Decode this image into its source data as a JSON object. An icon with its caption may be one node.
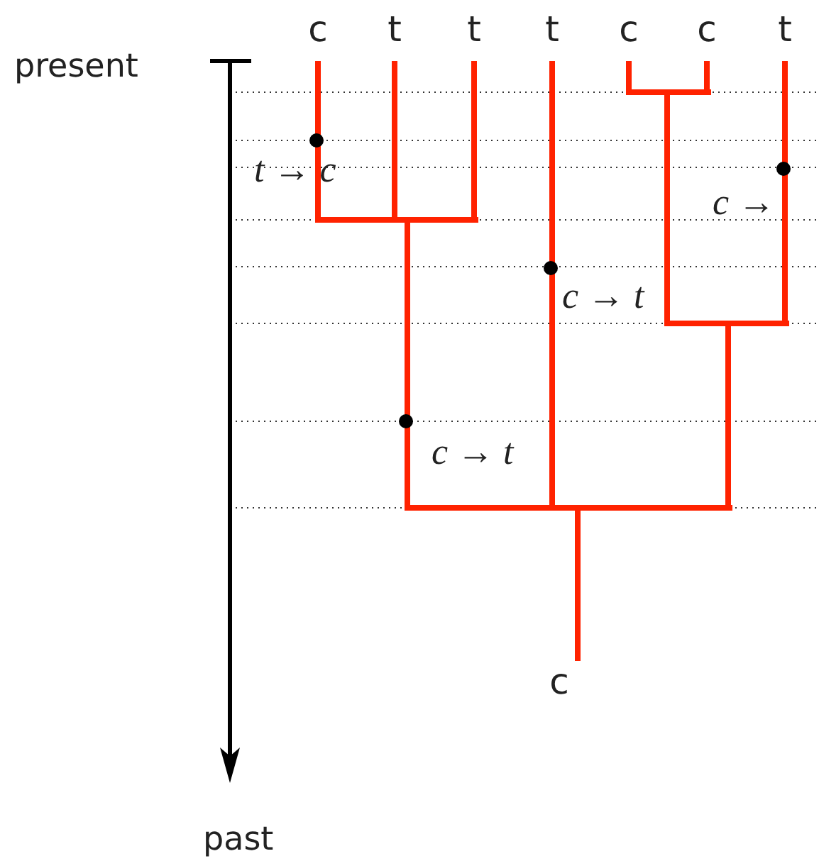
{
  "diagram": {
    "nodes": [
      {
        "text": [
          "c"
        ]
      },
      {
        "text": [
          "t"
        ]
      },
      {
        "text": [
          "t"
        ]
      },
      {
        "text": [
          "t"
        ]
      },
      {
        "text": [
          "c"
        ]
      },
      {
        "text": [
          "c"
        ]
      },
      {
        "text": [
          "t"
        ]
      },
      {
        "text": [
          "c"
        ]
      },
      {
        "text": [],
        "shape": "bar"
      },
      {
        "text": [],
        "shape": "bar"
      },
      {
        "text": [],
        "shape": "bar"
      },
      {
        "text": [],
        "shape": "bar"
      }
    ],
    "edges": [
      {
        "from": 0,
        "to": 9,
        "arrow": "none",
        "label": "t → c"
      },
      {
        "from": 1,
        "to": 9,
        "arrow": "none"
      },
      {
        "from": 2,
        "to": 9,
        "arrow": "none"
      },
      {
        "from": 3,
        "to": 11,
        "arrow": "none",
        "label": "c → t"
      },
      {
        "from": 4,
        "to": 8,
        "arrow": "none"
      },
      {
        "from": 5,
        "to": 8,
        "arrow": "none"
      },
      {
        "from": 6,
        "to": 10,
        "arrow": "none",
        "label": "c →"
      },
      {
        "from": 8,
        "to": 10,
        "arrow": "none"
      },
      {
        "from": 9,
        "to": 11,
        "arrow": "none",
        "label": "c → t"
      },
      {
        "from": 10,
        "to": 11,
        "arrow": "none"
      },
      {
        "from": 11,
        "to": 7,
        "arrow": "none"
      }
    ],
    "labels": [
      "present",
      "past"
    ]
  }
}
